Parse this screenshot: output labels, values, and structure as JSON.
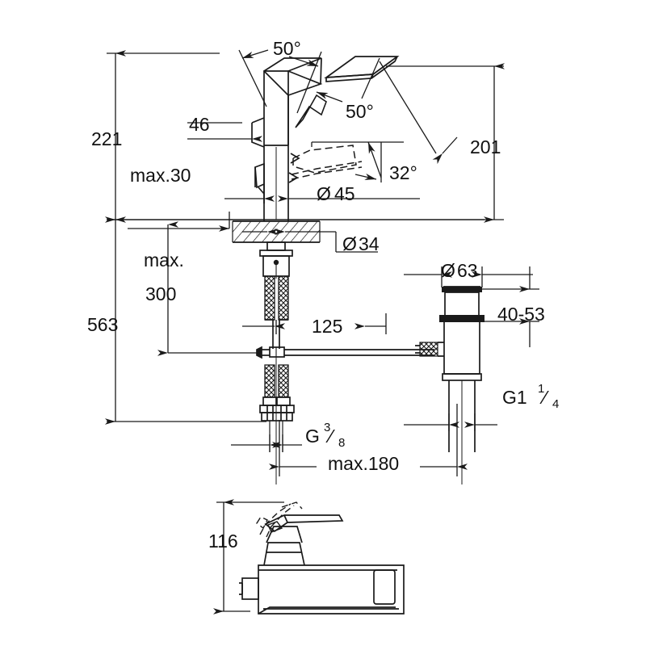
{
  "drawing": {
    "title": "Single-lever basin mixer technical dimension drawing",
    "units": "mm",
    "line_color": "#1a1a1a",
    "background": "#ffffff",
    "views": [
      {
        "name": "front-elevation-with-drain",
        "position": "top"
      },
      {
        "name": "side-elevation",
        "position": "bottom"
      }
    ]
  },
  "dimensions": {
    "height_total_above_deck": "221",
    "spout_height": "201",
    "spout_reach": "46",
    "deck_thickness_max": "max.30",
    "hose_length_max": "max.300",
    "total_height_below": "563",
    "spout_body_dia": "Ø 45",
    "deck_hole_dia": "Ø34",
    "drain_flange_dia": "Ø63",
    "drain_adjust_range": "40-53",
    "drain_thread": "G1 ¹⁄₄",
    "supply_thread": "G ³⁄₈",
    "pop_up_rod_length": "125",
    "drain_offset_max": "max.180",
    "side_view_height": "116"
  },
  "angles": {
    "lever_swivel_left": "50°",
    "lever_swivel_right": "50°",
    "lever_lift": "32°"
  },
  "labels": {
    "dim_221": "221",
    "dim_201": "201",
    "dim_46": "46",
    "dim_max30": "max.30",
    "dim_max": "max.",
    "dim_300": "300",
    "dim_563": "563",
    "dim_d45": "45",
    "dim_d34": "34",
    "dim_d63": "63",
    "dim_4053": "40-53",
    "dim_125": "125",
    "dim_max180": "max.180",
    "dim_116": "116",
    "ang_50a": "50°",
    "ang_50b": "50°",
    "ang_32": "32°",
    "thr_g1": "G1",
    "thr_g1_num": "1",
    "thr_g1_den": "4",
    "thr_g38": "G",
    "thr_g38_num": "3",
    "thr_g38_den": "8",
    "dia_symbol": "Ø",
    "frac_bar": "⁄"
  }
}
